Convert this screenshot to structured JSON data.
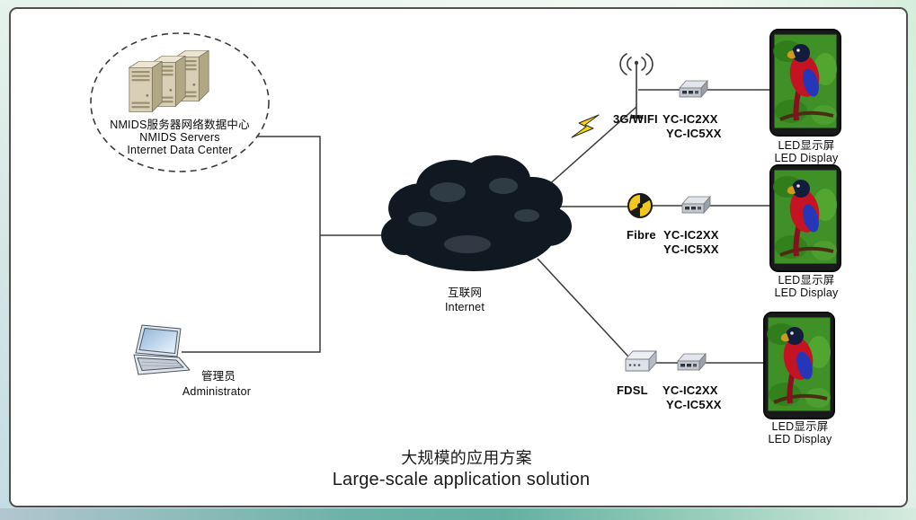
{
  "diagram": {
    "title_zh": "大规模的应用方案",
    "title_en": "Large-scale application solution",
    "data_center": {
      "line1": "NMIDS服务器网络数据中心",
      "line2": "NMIDS Servers",
      "line3": "Internet Data Center"
    },
    "internet": {
      "zh": "互联网",
      "en": "Internet"
    },
    "admin": {
      "zh": "管理员",
      "en": "Administrator"
    },
    "branches": [
      {
        "medium": "3G/WIFI",
        "controller1": "YC-IC2XX",
        "controller2": "YC-IC5XX",
        "display_zh": "LED显示屏",
        "display_en": "LED Display"
      },
      {
        "medium": "Fibre",
        "controller1": "YC-IC2XX",
        "controller2": "YC-IC5XX",
        "display_zh": "LED显示屏",
        "display_en": "LED Display"
      },
      {
        "medium": "FDSL",
        "controller1": "YC-IC2XX",
        "controller2": "YC-IC5XX",
        "display_zh": "LED显示屏",
        "display_en": "LED Display"
      }
    ]
  }
}
